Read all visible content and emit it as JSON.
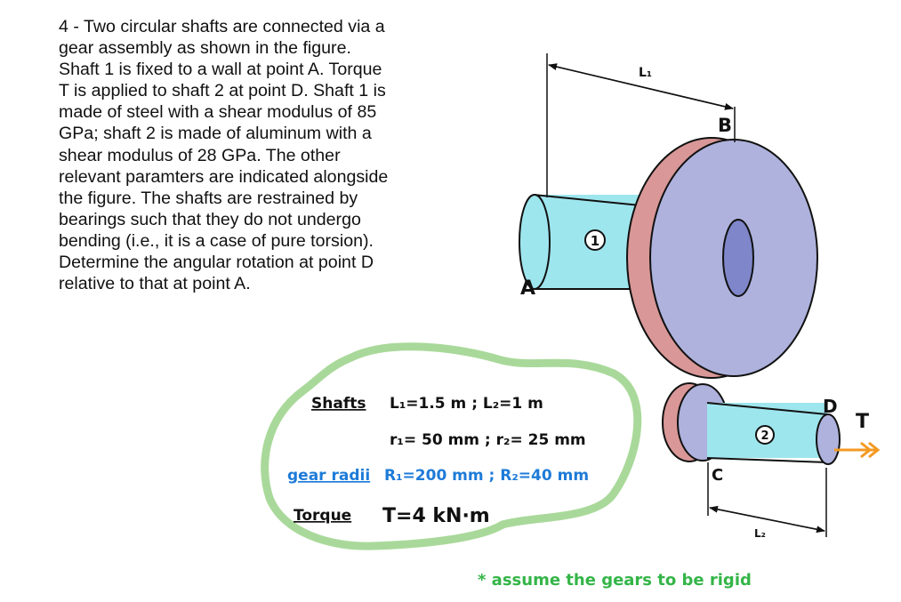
{
  "problem": {
    "lines": [
      "4 - Two circular shafts are connected via a",
      "gear assembly as shown in the figure.",
      "Shaft 1 is fixed to a wall at point A. Torque",
      "T is applied to shaft 2 at point D. Shaft 1 is",
      "made of steel with a shear modulus of 85",
      "GPa; shaft 2 is made of aluminum with a",
      "shear modulus of 28 GPa. The other",
      "relevant paramters are indicated alongside",
      "the figure. The shafts are restrained by",
      "bearings such that they do not undergo",
      "bending (i.e., it is a case of pure torsion).",
      "Determine the angular rotation at point D",
      "relative to that at point A."
    ]
  },
  "labels": {
    "L1": "L₁",
    "L2": "L₂",
    "A": "A",
    "B": "B",
    "C": "C",
    "D": "D",
    "T": "T",
    "shaft1_num": "1",
    "shaft2_num": "2"
  },
  "notes": {
    "shafts_heading": "Shafts",
    "shafts_line1": "L₁=1.5 m ; L₂=1 m",
    "shafts_line2": "r₁= 50 mm ; r₂= 25 mm",
    "gear_heading": "gear radii",
    "gear_values": "R₁=200 mm ; R₂=40 mm",
    "torque_heading": "Torque",
    "torque_value": "T=4 kN·m",
    "assume": "* assume the gears to be rigid"
  },
  "colors": {
    "shaft": "#9ee6ee",
    "gear_face": "#aeb2dd",
    "gear_rim": "#d99797",
    "gear_hub": "#7f86c9",
    "outline": "#111111",
    "note_border": "#a9d99a",
    "blue_text": "#1e7bd8",
    "green_text": "#34b548",
    "torque_arrow": "#f39a22"
  }
}
